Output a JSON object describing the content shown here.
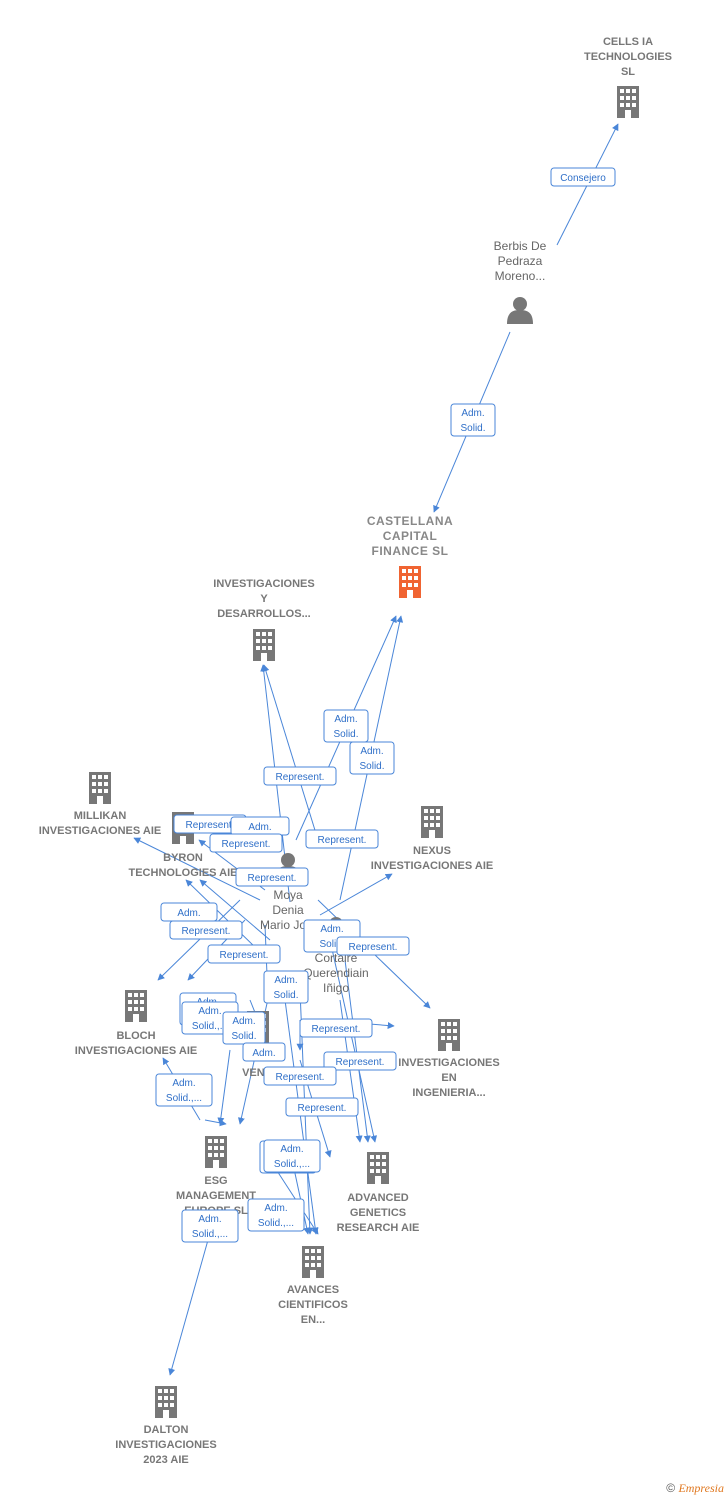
{
  "colors": {
    "edge": "#4a86d8",
    "building": "#777777",
    "main_building": "#f06432",
    "person": "#777777"
  },
  "nodes": [
    {
      "id": "cells",
      "type": "company",
      "label": [
        "CELLS IA",
        "TECHNOLOGIES",
        "SL"
      ]
    },
    {
      "id": "berbis",
      "type": "person",
      "label": [
        "Berbis De",
        "Pedraza",
        "Moreno..."
      ]
    },
    {
      "id": "castellana",
      "type": "main",
      "label": [
        "CASTELLANA",
        "CAPITAL",
        "FINANCE  SL"
      ]
    },
    {
      "id": "invdes",
      "type": "company",
      "label": [
        "INVESTIGACIONES",
        "Y",
        "DESARROLLOS..."
      ]
    },
    {
      "id": "millikan",
      "type": "company",
      "label": [
        "MILLIKAN",
        "INVESTIGACIONES AIE"
      ]
    },
    {
      "id": "byron",
      "type": "company",
      "label": [
        "BYRON",
        "TECHNOLOGIES AIE"
      ]
    },
    {
      "id": "nexus",
      "type": "company",
      "label": [
        "NEXUS",
        "INVESTIGACIONES AIE"
      ]
    },
    {
      "id": "moya",
      "type": "person",
      "label": [
        "Moya",
        "Denia",
        "Mario Jo..."
      ]
    },
    {
      "id": "cortaire",
      "type": "person",
      "label": [
        "Cortaire",
        "Querendiain",
        "Iñigo"
      ]
    },
    {
      "id": "bloch",
      "type": "company",
      "label": [
        "BLOCH",
        "INVESTIGACIONES AIE"
      ]
    },
    {
      "id": "aven",
      "type": "company",
      "label": [
        "A...",
        "VEN..."
      ]
    },
    {
      "id": "invingen",
      "type": "company",
      "label": [
        "INVESTIGACIONES",
        "EN",
        "INGENIERIA..."
      ]
    },
    {
      "id": "esg",
      "type": "company",
      "label": [
        "ESG",
        "MANAGEMENT",
        "EUROPE  SL"
      ]
    },
    {
      "id": "advanced",
      "type": "company",
      "label": [
        "ADVANCED",
        "GENETICS",
        "RESEARCH AIE"
      ]
    },
    {
      "id": "avances",
      "type": "company",
      "label": [
        "AVANCES",
        "CIENTIFICOS",
        "EN..."
      ]
    },
    {
      "id": "dalton",
      "type": "company",
      "label": [
        "DALTON",
        "INVESTIGACIONES",
        "2023 AIE"
      ]
    }
  ],
  "relations": [
    [
      "Consejero"
    ],
    [
      "Adm.",
      "Solid."
    ],
    [
      "Adm.",
      "Solid."
    ],
    [
      "Adm.",
      "Solid."
    ],
    [
      "Represent."
    ],
    [
      "Represent."
    ],
    [
      "Adm."
    ],
    [
      "Represent."
    ],
    [
      "Represent."
    ],
    [
      "Represent."
    ],
    [
      "Adm."
    ],
    [
      "Represent."
    ],
    [
      "Represent."
    ],
    [
      "Adm.",
      "Solid."
    ],
    [
      "Represent."
    ],
    [
      "Adm.",
      "Solid."
    ],
    [
      "Adm.",
      "Solid.,..."
    ],
    [
      "Adm.",
      "Solid."
    ],
    [
      "Adm.",
      "Solid."
    ],
    [
      "Adm."
    ],
    [
      "Represent."
    ],
    [
      "Represent."
    ],
    [
      "Adm.",
      "Solid.,..."
    ],
    [
      "Represent."
    ],
    [
      "Represent."
    ],
    [
      "Adm.",
      "Solid.,..."
    ],
    [
      "Adm.",
      "Solid.,..."
    ],
    [
      "Adm.",
      "Solid.,..."
    ],
    [
      "Adm.",
      "Solid.,..."
    ]
  ],
  "footer": {
    "copyright": "©",
    "brand": "Empresia"
  }
}
